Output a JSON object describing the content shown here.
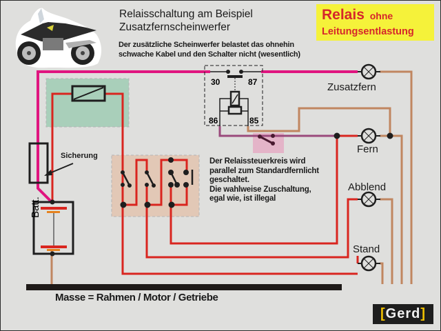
{
  "title": {
    "line1": "Relaisschaltung am Beispiel",
    "line2": "Zusatzfernscheinwerfer"
  },
  "subtitle": {
    "line1": "Der zusätzliche Scheinwerfer belastet das ohnehin",
    "line2": "schwache Kabel und den Schalter nicht (wesentlich)"
  },
  "badge": {
    "word": "Relais",
    "suffix": "ohne",
    "line2": "Leitungsentlastung",
    "bg_color": "#f5f23a",
    "text_color": "#d6262b"
  },
  "relay": {
    "pin_30": "30",
    "pin_87": "87",
    "pin_86": "86",
    "pin_85": "85"
  },
  "lamps": {
    "zusatzfern": "Zusatzfern",
    "fern": "Fern",
    "abblend": "Abblend",
    "stand": "Stand"
  },
  "labels": {
    "sicherung": "Sicherung",
    "battery": "Batt.",
    "ground": "Masse = Rahmen / Motor / Getriebe"
  },
  "note": {
    "line1": "Der Relaissteuerkreis wird",
    "line2": "parallel zum Standardfernlicht",
    "line3": "geschaltet.",
    "line4": "Die wahlweise Zuschaltung,",
    "line5": "egal wie, ist illegal"
  },
  "logo": {
    "text": "Gerd",
    "bracket_left": "[",
    "bracket_right": "]"
  },
  "colors": {
    "wire_pink": "#e0157f",
    "wire_red": "#d9251f",
    "wire_brown": "#c08660",
    "wire_purple": "#9a4a7c",
    "ground_bar": "#1e1a18",
    "switch_box": "#e2c8b6",
    "ignition_box": "#a9cfba",
    "relay_switch_box": "#e4b4c8"
  }
}
